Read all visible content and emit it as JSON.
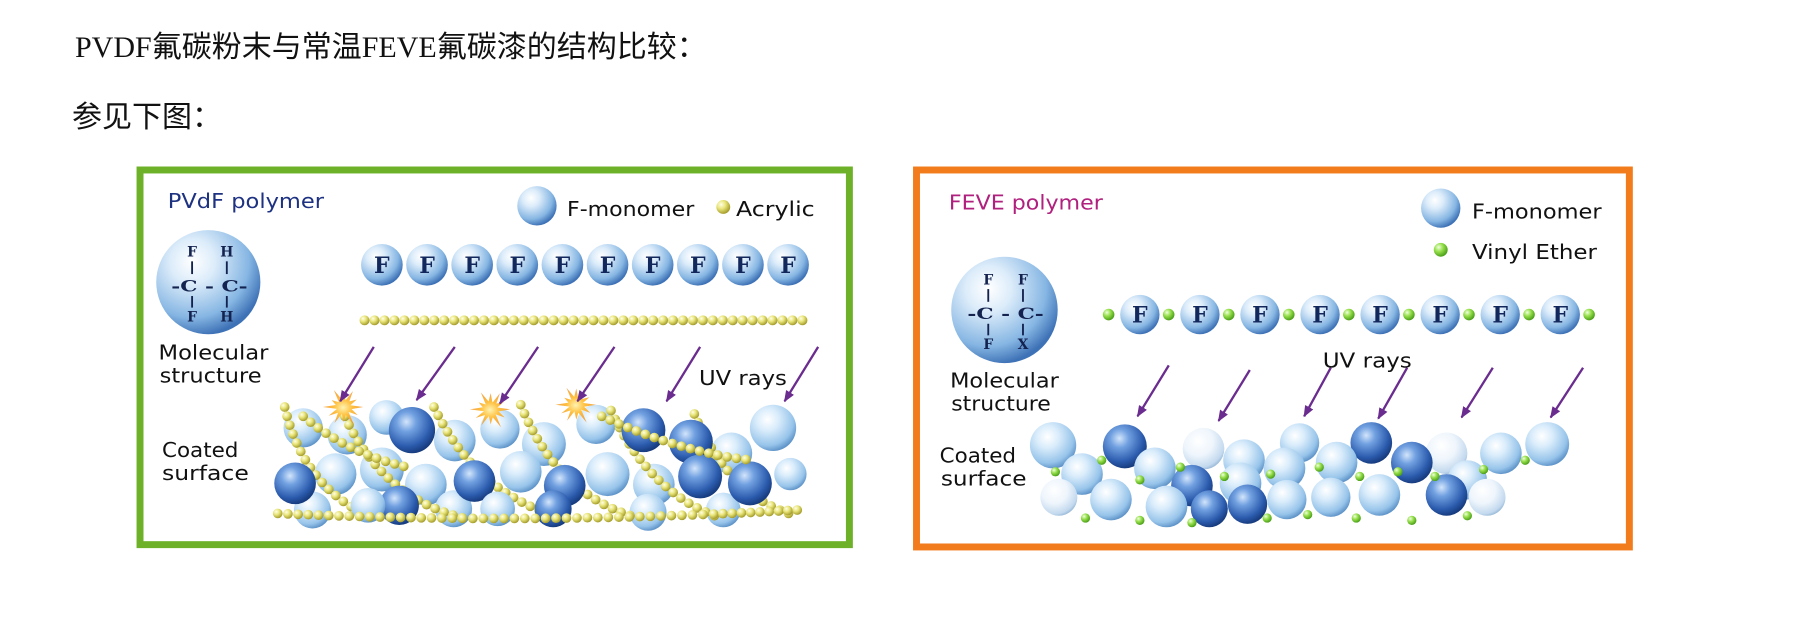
{
  "document": {
    "title": "PVDF氟碳粉末与常温FEVE氟碳漆的结构比较：",
    "intro": "参见下图："
  },
  "colors": {
    "pvdf_border": "#6db128",
    "feve_border": "#f27c1c",
    "pvdf_heading": "#1e3282",
    "feve_heading": "#b0207e",
    "surface_label": "#1b2b6b",
    "uv_arrow": "#6a2c8e",
    "acrylic_bead": "#e2dc6a",
    "vinyl_ether_dot": "#8fd84a",
    "monomer_sphere": "#8cbbe6",
    "uv_damage_burst": "#f5a020"
  },
  "panels": {
    "pvdf": {
      "heading": "PVdF polymer",
      "legend": {
        "monomer": "F-monomer",
        "comonomer": "Acrylic"
      },
      "molecule": {
        "top": [
          "F",
          "H"
        ],
        "middle": "-C - C-",
        "bottom": [
          "F",
          "H"
        ]
      },
      "molecule_label": {
        "line1": "Molecular",
        "line2": "structure"
      },
      "chain_units": [
        "F",
        "F",
        "F",
        "F",
        "F",
        "F",
        "F",
        "F",
        "F",
        "F"
      ],
      "uv_label": "UV rays",
      "surface_label": {
        "line1": "Coated",
        "line2": "surface"
      }
    },
    "feve": {
      "heading": "FEVE polymer",
      "legend": {
        "monomer": "F-monomer",
        "comonomer": "Vinyl Ether"
      },
      "molecule": {
        "top": [
          "F",
          "F"
        ],
        "middle": "-C - C-",
        "bottom": [
          "F",
          "X"
        ]
      },
      "molecule_label": {
        "line1": "Molecular",
        "line2": "structure"
      },
      "chain_units": [
        "F",
        "F",
        "F",
        "F",
        "F",
        "F",
        "F",
        "F"
      ],
      "uv_label": "UV rays",
      "surface_label": {
        "line1": "Coated",
        "line2": "surface"
      }
    }
  }
}
